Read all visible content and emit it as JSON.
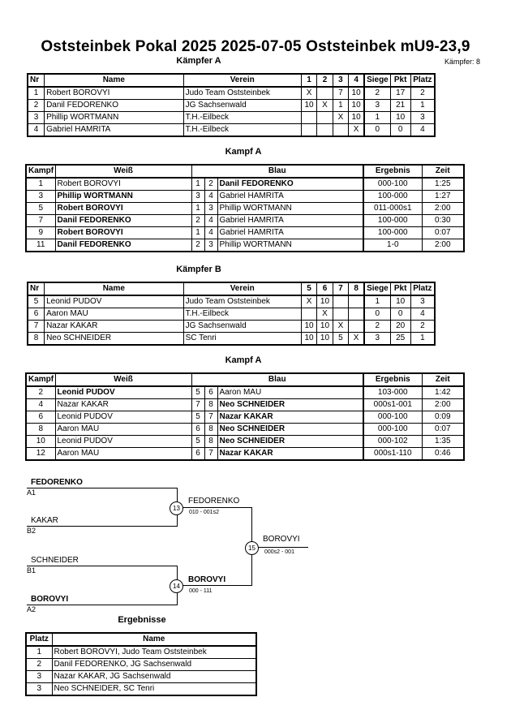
{
  "header": {
    "title": "Oststeinbek Pokal 2025  2025-07-05  Oststeinbek   mU9-23,9",
    "kaempfer_count": "Kämpfer: 8"
  },
  "pool_a": {
    "title": "Kämpfer A",
    "headers": [
      "Nr",
      "Name",
      "Verein",
      "1",
      "2",
      "3",
      "4",
      "Siege",
      "Pkt",
      "Platz"
    ],
    "rows": [
      {
        "nr": "1",
        "name": "Robert BOROVYI",
        "verein": "Judo Team Oststeinbek",
        "r": [
          "X",
          "",
          "7",
          "10"
        ],
        "siege": "2",
        "pkt": "17",
        "platz": "2"
      },
      {
        "nr": "2",
        "name": "Danil FEDORENKO",
        "verein": "JG Sachsenwald",
        "r": [
          "10",
          "X",
          "1",
          "10"
        ],
        "siege": "3",
        "pkt": "21",
        "platz": "1"
      },
      {
        "nr": "3",
        "name": "Phillip WORTMANN",
        "verein": "T.H.-Eilbeck",
        "r": [
          "",
          "",
          "X",
          "10"
        ],
        "siege": "1",
        "pkt": "10",
        "platz": "3"
      },
      {
        "nr": "4",
        "name": "Gabriel HAMRITA",
        "verein": "T.H.-Eilbeck",
        "r": [
          "",
          "",
          "",
          "X"
        ],
        "siege": "0",
        "pkt": "0",
        "platz": "4"
      }
    ]
  },
  "fights_a": {
    "title": "Kampf A",
    "headers": [
      "Kampf",
      "Weiß",
      "Blau",
      "Ergebnis",
      "Zeit"
    ],
    "rows": [
      {
        "kampf": "1",
        "weiss": "Robert BOROVYI",
        "wb": false,
        "wn": "1",
        "bn": "2",
        "blau": "Danil FEDORENKO",
        "bb": true,
        "ergebnis": "000-100",
        "zeit": "1:25"
      },
      {
        "kampf": "3",
        "weiss": "Phillip WORTMANN",
        "wb": true,
        "wn": "3",
        "bn": "4",
        "blau": "Gabriel HAMRITA",
        "bb": false,
        "ergebnis": "100-000",
        "zeit": "1:27"
      },
      {
        "kampf": "5",
        "weiss": "Robert BOROVYI",
        "wb": true,
        "wn": "1",
        "bn": "3",
        "blau": "Phillip WORTMANN",
        "bb": false,
        "ergebnis": "011-000s1",
        "zeit": "2:00"
      },
      {
        "kampf": "7",
        "weiss": "Danil FEDORENKO",
        "wb": true,
        "wn": "2",
        "bn": "4",
        "blau": "Gabriel HAMRITA",
        "bb": false,
        "ergebnis": "100-000",
        "zeit": "0:30"
      },
      {
        "kampf": "9",
        "weiss": "Robert BOROVYI",
        "wb": true,
        "wn": "1",
        "bn": "4",
        "blau": "Gabriel HAMRITA",
        "bb": false,
        "ergebnis": "100-000",
        "zeit": "0:07"
      },
      {
        "kampf": "11",
        "weiss": "Danil FEDORENKO",
        "wb": true,
        "wn": "2",
        "bn": "3",
        "blau": "Phillip WORTMANN",
        "bb": false,
        "ergebnis": "1-0",
        "zeit": "2:00"
      }
    ]
  },
  "pool_b": {
    "title": "Kämpfer B",
    "headers": [
      "Nr",
      "Name",
      "Verein",
      "5",
      "6",
      "7",
      "8",
      "Siege",
      "Pkt",
      "Platz"
    ],
    "rows": [
      {
        "nr": "5",
        "name": "Leonid PUDOV",
        "verein": "Judo Team Oststeinbek",
        "r": [
          "X",
          "10",
          "",
          ""
        ],
        "siege": "1",
        "pkt": "10",
        "platz": "3"
      },
      {
        "nr": "6",
        "name": "Aaron MAU",
        "verein": "T.H.-Eilbeck",
        "r": [
          "",
          "X",
          "",
          ""
        ],
        "siege": "0",
        "pkt": "0",
        "platz": "4"
      },
      {
        "nr": "7",
        "name": "Nazar KAKAR",
        "verein": "JG Sachsenwald",
        "r": [
          "10",
          "10",
          "X",
          ""
        ],
        "siege": "2",
        "pkt": "20",
        "platz": "2"
      },
      {
        "nr": "8",
        "name": "Neo SCHNEIDER",
        "verein": "SC Tenri",
        "r": [
          "10",
          "10",
          "5",
          "X"
        ],
        "siege": "3",
        "pkt": "25",
        "platz": "1"
      }
    ]
  },
  "fights_b": {
    "title": "Kampf A",
    "headers": [
      "Kampf",
      "Weiß",
      "Blau",
      "Ergebnis",
      "Zeit"
    ],
    "rows": [
      {
        "kampf": "2",
        "weiss": "Leonid PUDOV",
        "wb": true,
        "wn": "5",
        "bn": "6",
        "blau": "Aaron MAU",
        "bb": false,
        "ergebnis": "103-000",
        "zeit": "1:42"
      },
      {
        "kampf": "4",
        "weiss": "Nazar KAKAR",
        "wb": false,
        "wn": "7",
        "bn": "8",
        "blau": "Neo SCHNEIDER",
        "bb": true,
        "ergebnis": "000s1-001",
        "zeit": "2:00"
      },
      {
        "kampf": "6",
        "weiss": "Leonid PUDOV",
        "wb": false,
        "wn": "5",
        "bn": "7",
        "blau": "Nazar KAKAR",
        "bb": true,
        "ergebnis": "000-100",
        "zeit": "0:09"
      },
      {
        "kampf": "8",
        "weiss": "Aaron MAU",
        "wb": false,
        "wn": "6",
        "bn": "8",
        "blau": "Neo SCHNEIDER",
        "bb": true,
        "ergebnis": "000-100",
        "zeit": "0:07"
      },
      {
        "kampf": "10",
        "weiss": "Leonid PUDOV",
        "wb": false,
        "wn": "5",
        "bn": "8",
        "blau": "Neo SCHNEIDER",
        "bb": true,
        "ergebnis": "000-102",
        "zeit": "1:35"
      },
      {
        "kampf": "12",
        "weiss": "Aaron MAU",
        "wb": false,
        "wn": "6",
        "bn": "7",
        "blau": "Nazar KAKAR",
        "bb": true,
        "ergebnis": "000s1-110",
        "zeit": "0:46"
      }
    ]
  },
  "bracket": {
    "sf1_top_name": "FEDORENKO",
    "sf1_top_seed": "A1",
    "sf1_bot_name": "KAKAR",
    "sf1_bot_seed": "B2",
    "sf1_num": "13",
    "sf1_winner": "FEDORENKO",
    "sf1_score": "010 - 001s2",
    "sf2_top_name": "SCHNEIDER",
    "sf2_top_seed": "B1",
    "sf2_bot_name": "BOROVYI",
    "sf2_bot_seed": "A2",
    "sf2_num": "14",
    "sf2_winner": "BOROVYI",
    "sf2_score": "000 - 111",
    "final_num": "15",
    "final_winner": "BOROVYI",
    "final_score": "000s2 - 001"
  },
  "ergebnisse": {
    "title": "Ergebnisse",
    "headers": [
      "Platz",
      "Name"
    ],
    "rows": [
      {
        "platz": "1",
        "name": "Robert BOROVYI, Judo Team Oststeinbek"
      },
      {
        "platz": "2",
        "name": "Danil FEDORENKO, JG Sachsenwald"
      },
      {
        "platz": "3",
        "name": "Nazar KAKAR, JG Sachsenwald"
      },
      {
        "platz": "3",
        "name": "Neo SCHNEIDER, SC Tenri"
      }
    ]
  }
}
